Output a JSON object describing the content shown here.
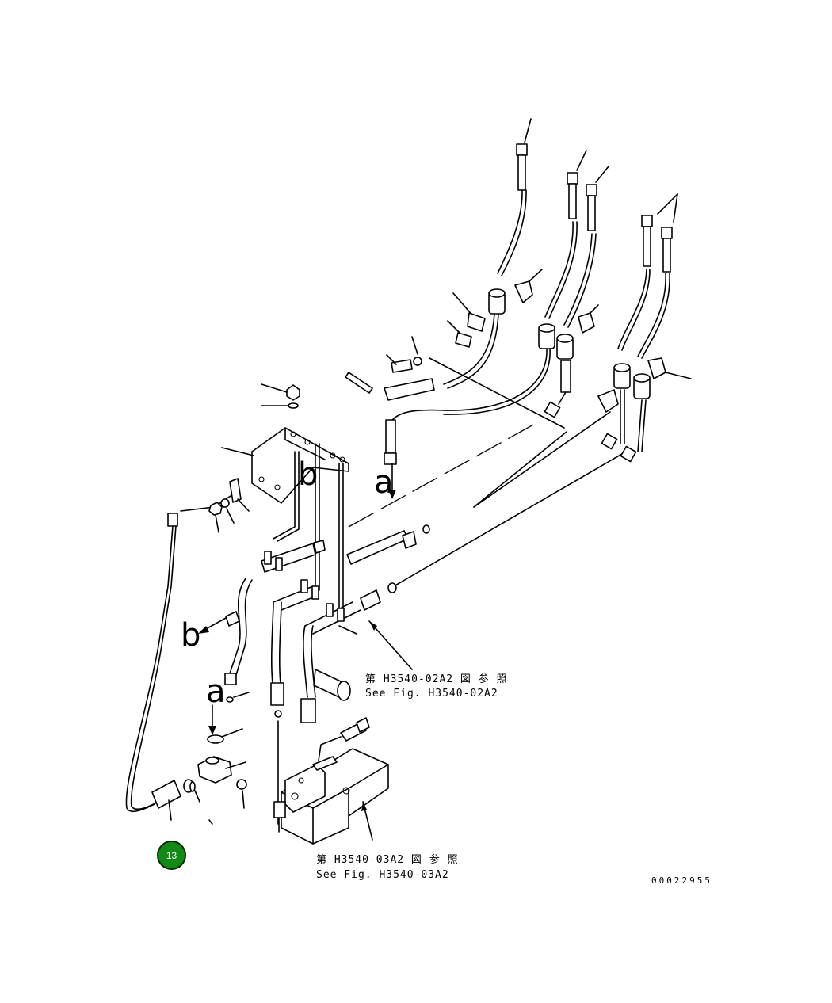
{
  "callouts": {
    "a_top": "a",
    "a_bottom": "a",
    "b_top": "b",
    "b_left": "b"
  },
  "references": {
    "fig_02": {
      "jp": "第 H3540-02A2 図 参 照",
      "en": "See Fig. H3540-02A2"
    },
    "fig_03": {
      "jp": "第 H3540-03A2 図 参 照",
      "en": "See Fig. H3540-03A2"
    }
  },
  "drawing_code": "00022955",
  "badge": {
    "label": "13",
    "color": "#138a13"
  }
}
